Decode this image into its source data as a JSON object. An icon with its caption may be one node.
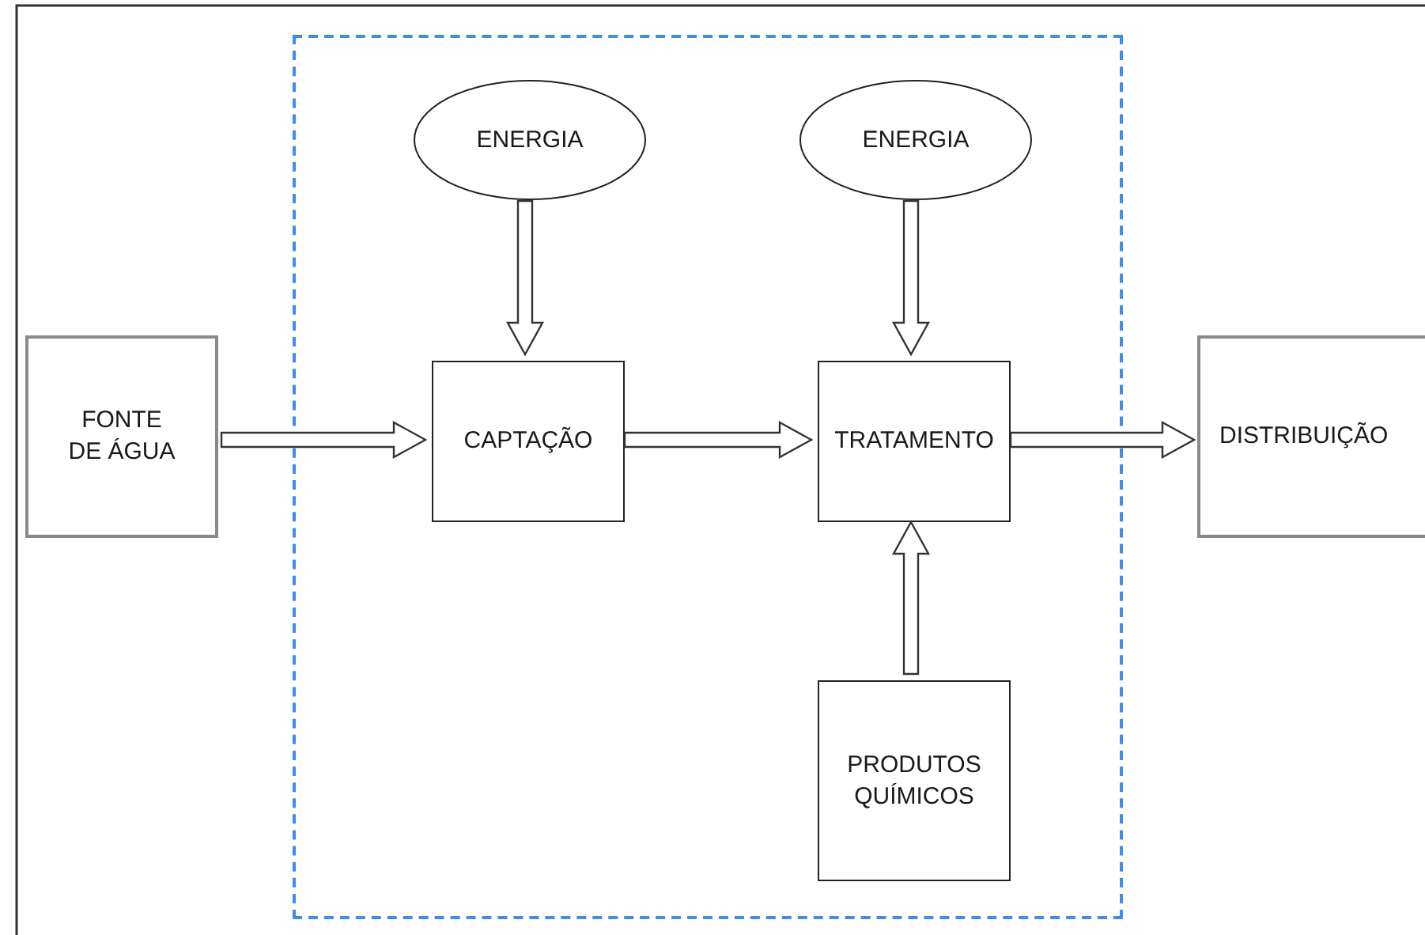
{
  "diagram": {
    "nodes": [
      {
        "text": [
          "FONTE DE ÁGUA"
        ]
      },
      {
        "text": [],
        "shape": "box"
      },
      {
        "text": [
          "ENERGIA"
        ],
        "in": 1
      },
      {
        "text": [
          "ENERGIA"
        ],
        "in": 1
      },
      {
        "text": [
          "CAPTAÇÃO"
        ],
        "in": 1
      },
      {
        "text": [
          "TRATAMENTO"
        ],
        "in": 1
      },
      {
        "text": [
          "DISTRIBUIÇÃO"
        ]
      },
      {
        "text": [
          "PRODUTOS QUÍMICOS"
        ],
        "in": 1
      }
    ],
    "edges": [
      {
        "from": 0,
        "to": 4,
        "arrow": "to"
      },
      {
        "from": 4,
        "to": 5,
        "arrow": "to"
      },
      {
        "from": 5,
        "to": 6,
        "arrow": "to"
      },
      {
        "from": 2,
        "to": 4,
        "arrow": "to"
      },
      {
        "from": 3,
        "to": 5,
        "arrow": "to"
      },
      {
        "from": 7,
        "to": 5,
        "arrow": "to"
      }
    ]
  }
}
